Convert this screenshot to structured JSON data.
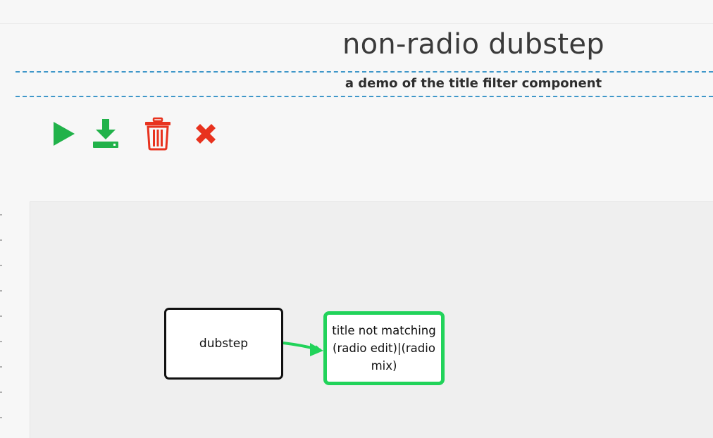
{
  "header": {
    "title": "non-radio dubstep",
    "subtitle": "a demo of the title filter component"
  },
  "toolbar": {
    "play": {
      "icon": "play-icon",
      "color": "#21b24a"
    },
    "download": {
      "icon": "download-icon",
      "color": "#21b24a"
    },
    "delete": {
      "icon": "trash-icon",
      "color": "#e8321e"
    },
    "close": {
      "icon": "close-icon",
      "color": "#e8321e"
    }
  },
  "graph": {
    "nodes": {
      "source": {
        "label": "dubstep"
      },
      "filter": {
        "label": "title not matching (radio edit)|(radio mix)",
        "accent": "#21d35a"
      }
    },
    "edge": {
      "from": "source",
      "to": "filter",
      "color": "#21d35a"
    }
  },
  "colors": {
    "divider": "#3f97c9",
    "canvas": "#efefef"
  }
}
